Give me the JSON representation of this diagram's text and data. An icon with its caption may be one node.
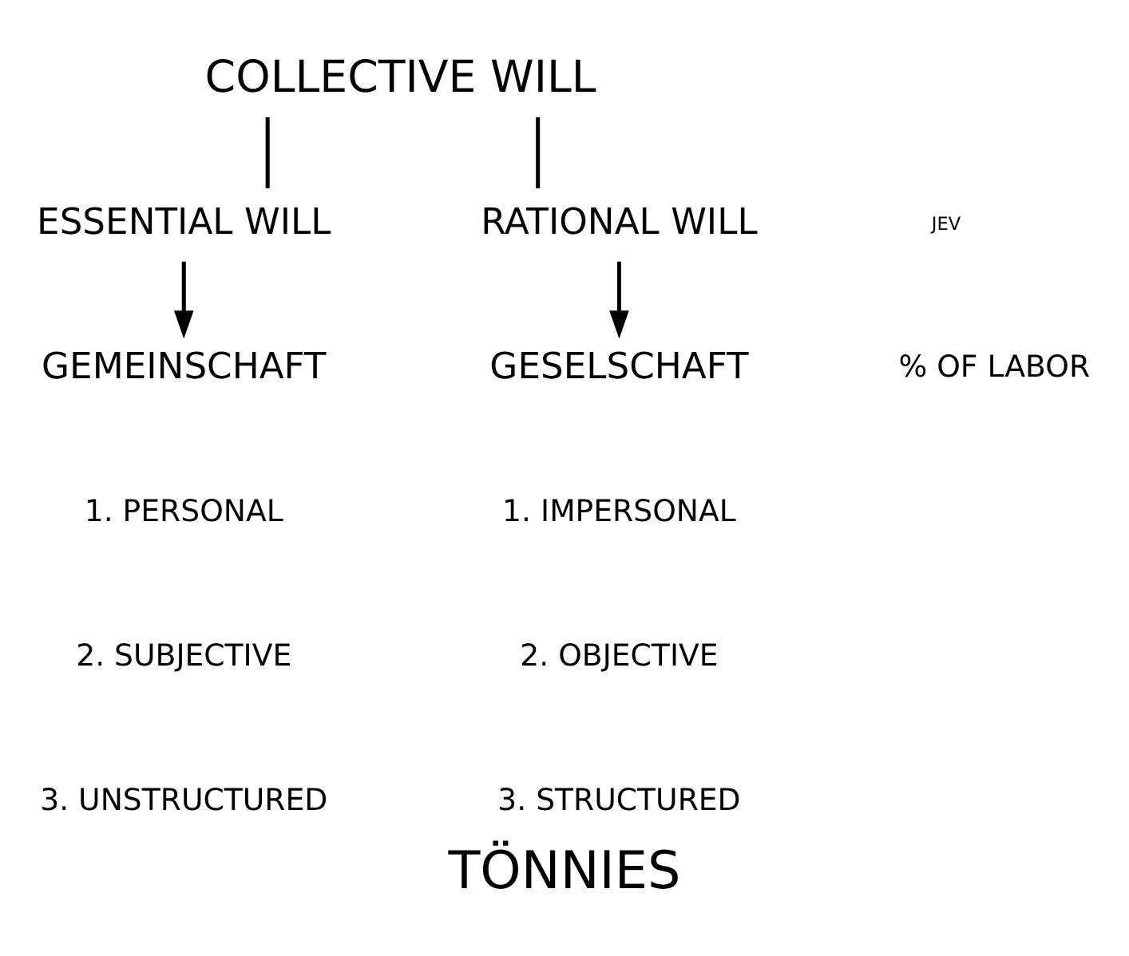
{
  "diagram": {
    "caption": "TÖNNIES",
    "nodes": [
      {
        "text": [
          "COLLECTIVE WILL"
        ]
      },
      {
        "text": [
          "ESSENTIAL WILL"
        ]
      },
      {
        "text": [
          "RATIONAL WILL"
        ]
      },
      {
        "text": [
          "GEMEINSCHAFT"
        ]
      },
      {
        "text": [
          "GESELSCHAFT"
        ]
      }
    ],
    "edges": [
      {
        "from": 0,
        "to": 1,
        "arrow": "none"
      },
      {
        "from": 0,
        "to": 2,
        "arrow": "none"
      },
      {
        "from": 1,
        "to": 3,
        "arrow": "to"
      },
      {
        "from": 2,
        "to": 4,
        "arrow": "to"
      }
    ],
    "labels": [
      "JEV",
      "% OF LABOR",
      "1. PERSONAL",
      "1. IMPERSONAL",
      "2. SUBJECTIVE",
      "2. OBJECTIVE",
      "3. UNSTRUCTURED",
      "3. STRUCTURED"
    ]
  }
}
